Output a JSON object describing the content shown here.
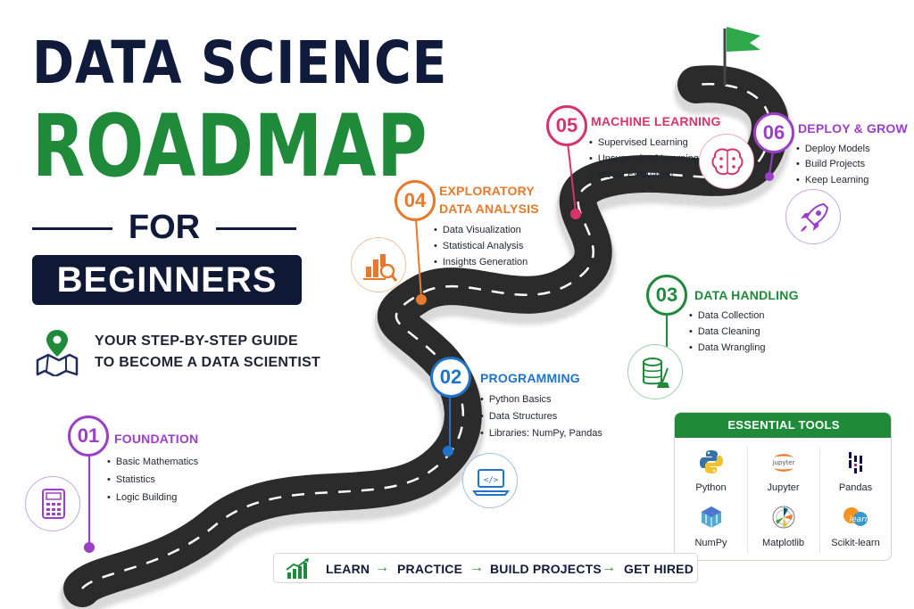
{
  "title": {
    "line1": "DATA SCIENCE",
    "line2": "ROADMAP",
    "line3": "FOR",
    "line4": "BEGINNERS"
  },
  "guide": {
    "line1": "YOUR STEP-BY-STEP GUIDE",
    "line2": "TO BECOME A DATA SCIENTIST",
    "icon": "map-pin-icon"
  },
  "steps": [
    {
      "num": "01",
      "title": "FOUNDATION",
      "color": "#9b3fc8",
      "items": [
        "Basic Mathematics",
        "Statistics",
        "Logic Building"
      ],
      "icon": "calculator-icon"
    },
    {
      "num": "02",
      "title": "PROGRAMMING",
      "color": "#1f73c9",
      "items": [
        "Python Basics",
        "Data Structures",
        "Libraries: NumPy, Pandas"
      ],
      "icon": "laptop-code-icon"
    },
    {
      "num": "03",
      "title": "DATA HANDLING",
      "color": "#1f8a3a",
      "items": [
        "Data Collection",
        "Data Cleaning",
        "Data Wrangling"
      ],
      "icon": "database-broom-icon"
    },
    {
      "num": "04",
      "title_line1": "EXPLORATORY",
      "title_line2": "DATA ANALYSIS",
      "color": "#e6792b",
      "items": [
        "Data Visualization",
        "Statistical Analysis",
        "Insights Generation"
      ],
      "icon": "chart-magnifier-icon"
    },
    {
      "num": "05",
      "title": "MACHINE LEARNING",
      "color": "#d6336c",
      "items": [
        "Supervised Learning",
        "Unsupervised Learning",
        "Model Evaluation"
      ],
      "icon": "brain-icon"
    },
    {
      "num": "06",
      "title": "DEPLOY & GROW",
      "color": "#9b3fc8",
      "items": [
        "Deploy Models",
        "Build Projects",
        "Keep Learning"
      ],
      "icon": "rocket-icon"
    }
  ],
  "tools": {
    "header": "ESSENTIAL TOOLS",
    "items": [
      "Python",
      "Jupyter",
      "Pandas",
      "NumPy",
      "Matplotlib",
      "Scikit-learn"
    ],
    "jupyter_logo": "jupyter",
    "sklearn_logo": "learn"
  },
  "flow": {
    "steps": [
      "LEARN",
      "PRACTICE",
      "BUILD PROJECTS",
      "GET HIRED"
    ],
    "arrow": "→"
  },
  "colors": {
    "navy": "#101a3a",
    "green": "#1f8a3a",
    "road": "#2b2b2b"
  }
}
